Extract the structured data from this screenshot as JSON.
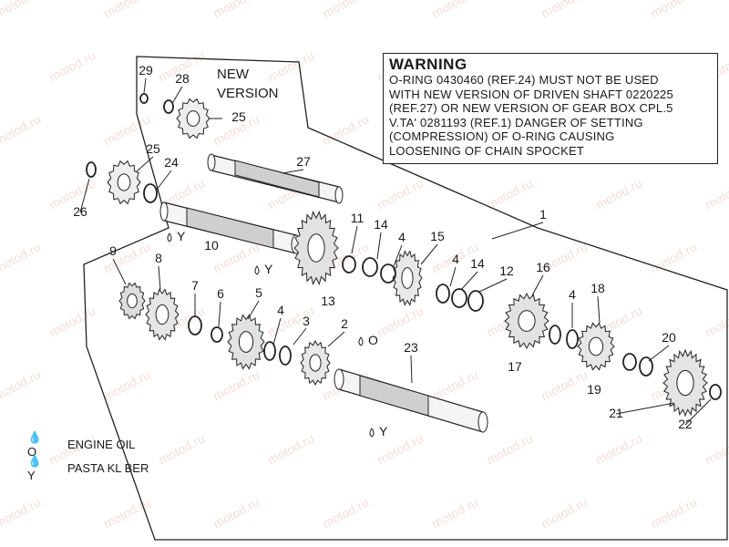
{
  "new_version_label": [
    "NEW",
    "VERSION"
  ],
  "watermark": "motod.ru",
  "warning": {
    "title": "WARNING",
    "lines": [
      "O-RING 0430460 (REF.24) MUST NOT BE USED",
      "WITH NEW VERSION OF DRIVEN SHAFT 0220225",
      "(REF.27) OR NEW VERSION OF GEAR BOX CPL.5",
      "V.TA' 0281193 (REF.1) DANGER OF SETTING",
      "(COMPRESSION) OF O-RING CAUSING",
      "LOOSENING OF CHAIN SPOCKET"
    ]
  },
  "legend": [
    {
      "symbol": "O",
      "text": "ENGINE OIL"
    },
    {
      "symbol": "Y",
      "text": "PASTA KL BER"
    }
  ],
  "callouts": [
    "1",
    "2",
    "3",
    "4",
    "4",
    "4",
    "4",
    "5",
    "6",
    "7",
    "8",
    "9",
    "10",
    "11",
    "12",
    "13",
    "14",
    "14",
    "15",
    "16",
    "17",
    "18",
    "19",
    "20",
    "21",
    "22",
    "23",
    "24",
    "25",
    "25",
    "26",
    "27",
    "28",
    "29"
  ],
  "lube_marks": [
    "Y",
    "Y",
    "O",
    "Y"
  ]
}
